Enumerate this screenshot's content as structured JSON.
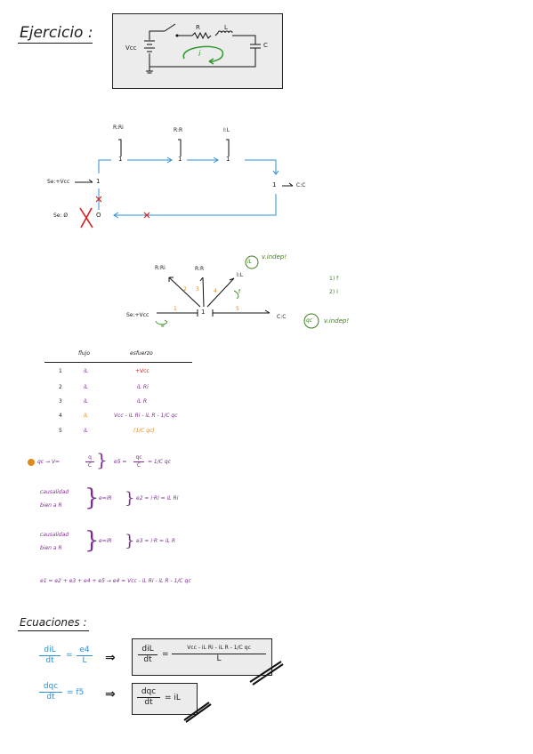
{
  "heading": {
    "exercise": "Ejercicio :"
  },
  "circuit": {
    "r": "R",
    "l": "L",
    "vcc": "Vcc",
    "c": "C",
    "i": "i"
  },
  "bond_graph_1": {
    "r_ri": "R:Ri",
    "r_r": "R:R",
    "i_l": "I:L",
    "c_c": "C:C",
    "se_vcc": "Se:+Vcc",
    "se_zero": "Se: Ø",
    "j1a": "1",
    "j1b": "1",
    "j1c": "1",
    "j1d": "1",
    "j1e": "1",
    "j0": "O"
  },
  "bond_graph_2": {
    "r_ri": "R:Ri",
    "r_r": "R:R",
    "i_l": "I:L",
    "c_c": "C:C",
    "se_vcc": "Se:+Vcc",
    "junction": "1",
    "n1": "1",
    "n2": "2",
    "n3": "3",
    "n4": "4",
    "n5": "5",
    "e_mark": "e",
    "f_mark": "f",
    "il_circle": "iL",
    "v_indep_1": "v.indep!",
    "qc_circle": "qc",
    "v_indep_2": "v.indep!",
    "legend_1": "1) f",
    "legend_2": "2) I"
  },
  "table": {
    "headers": [
      "flujo",
      "esfuerzo"
    ],
    "rows": [
      {
        "n": "1",
        "flow": "iL",
        "effort": "+Vcc"
      },
      {
        "n": "2",
        "flow": "iL",
        "effort": "iL Ri"
      },
      {
        "n": "3",
        "flow": "iL",
        "effort": "iL R"
      },
      {
        "n": "4",
        "flow": "iL",
        "effort": "Vcc - iL Ri - iL R - 1/C qc"
      },
      {
        "n": "5",
        "flow": "iL",
        "effort": "(1/C qc)"
      }
    ]
  },
  "derivations": {
    "qc_line_a": "qc → V=",
    "qc_line_q": "q",
    "qc_line_c": "C",
    "qc_line_b": "e5 =",
    "qc_line_qc": "qc",
    "qc_line_c2": "C",
    "qc_line_c_end": "= 1/C qc",
    "caus_1_a": "causalidad",
    "caus_1_b": "bien a R",
    "caus_1_eq1": "e=iR",
    "caus_1_eq2": "e2 = i·Ri = iL Ri",
    "caus_2_a": "causalidad",
    "caus_2_b": "bien a R",
    "caus_2_eq1": "e=iR",
    "caus_2_eq2": "e3 = i·R = iL R",
    "sum_line": "e1 = e2 + e3 + e4 + e5  →  e4 = Vcc - iL Ri - iL R - 1/C qc"
  },
  "equations": {
    "title": "Ecuaciones :",
    "eq1_lhs_num": "diL",
    "eq1_lhs_den": "dt",
    "eq1_eq": "=",
    "eq1_rhs_num": "e4",
    "eq1_rhs_den": "L",
    "arrow": "⇒",
    "box1_num": "diL",
    "box1_den": "dt",
    "box1_eq": "=",
    "box1_rhs_num": "Vcc - iL Ri - iL R - 1/C qc",
    "box1_rhs_den": "L",
    "eq2_lhs_num": "dqc",
    "eq2_lhs_den": "dt",
    "eq2_rhs": "= f5",
    "box2_num": "dqc",
    "box2_den": "dt",
    "box2_rhs": "= iL"
  }
}
